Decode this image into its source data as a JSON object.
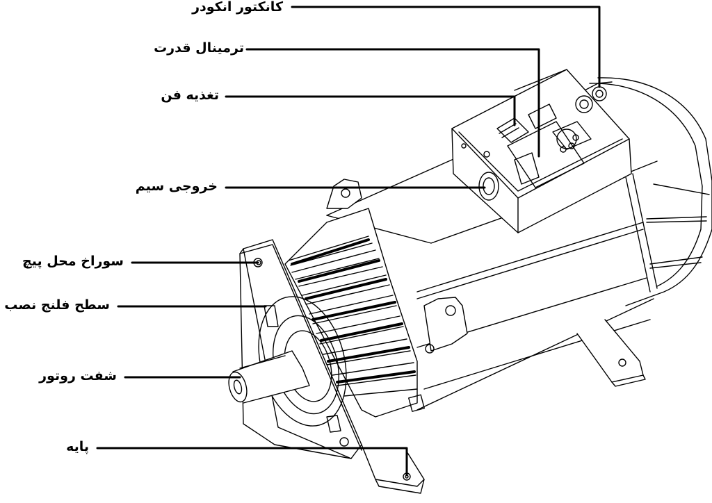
{
  "labels": {
    "encoder_connector": "کانکتور انکودر",
    "power_terminal": "ترمینال قدرت",
    "fan_supply": "تغذیه فن",
    "wire_outlet": "خروجی سیم",
    "screw_hole": "سوراخ محل پیچ",
    "flange_surface": "سطح فلنج نصب",
    "rotor_shaft": "شفت روتور",
    "base": "پایه"
  },
  "colors": {
    "line": "#000000",
    "background": "#ffffff",
    "fill": "#ffffff"
  }
}
